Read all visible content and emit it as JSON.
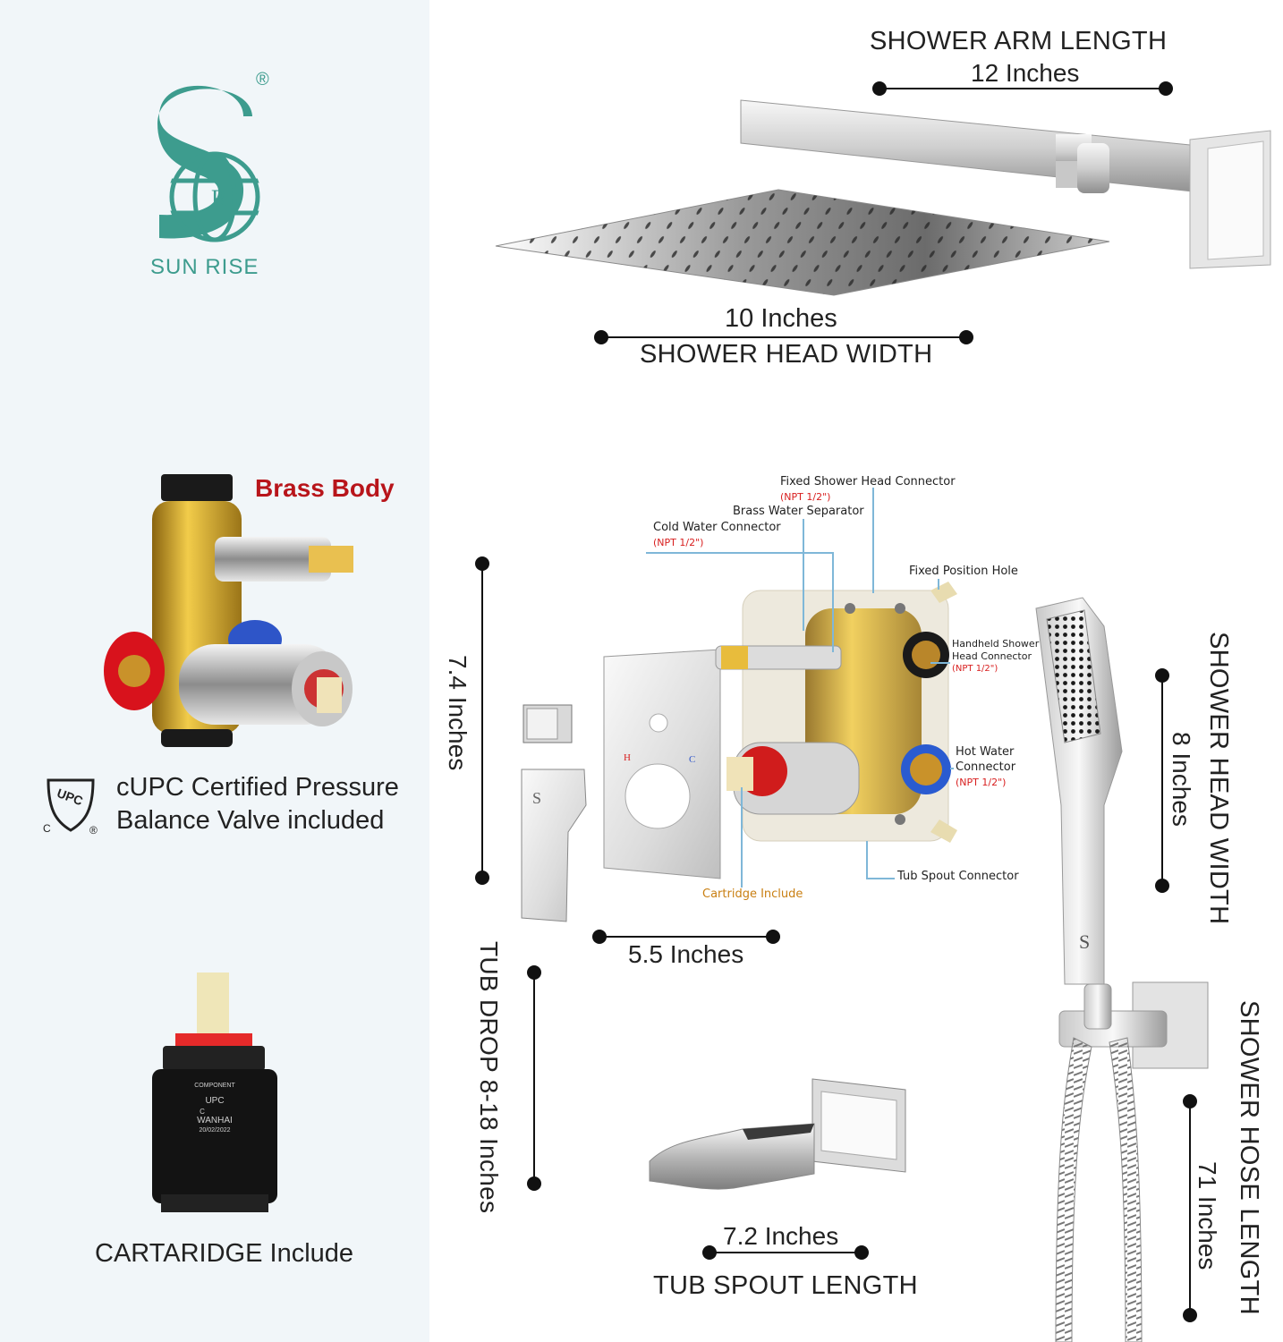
{
  "brand": {
    "name": "SUN RISE",
    "registered": "®",
    "logo_letter": "S",
    "inner_letter": "R",
    "color": "#3d9c8e"
  },
  "valve_section": {
    "brass_body": "Brass Body",
    "cupc_line1": "cUPC Certified Pressure",
    "cupc_line2": "Balance Valve included",
    "upc_mark": "UPC",
    "upc_c": "C",
    "upc_r": "®"
  },
  "cartridge_section": {
    "label": "CARTARIDGE Include",
    "stamp": [
      "COMPONENT",
      "UPC",
      "C",
      "WANHAI",
      "20/02/2022"
    ]
  },
  "shower_arm": {
    "title": "SHOWER ARM LENGTH",
    "value": "12 Inches"
  },
  "shower_head": {
    "value": "10 Inches",
    "title": "SHOWER HEAD WIDTH"
  },
  "valve_diagram": {
    "height": "7.4 Inches",
    "width": "5.5 Inches",
    "trim_h": "H",
    "trim_c": "C",
    "labels": {
      "fixed_head": "Fixed Shower Head Connector",
      "fixed_head_npt": "(NPT 1/2\")",
      "brass_sep": "Brass Water Separator",
      "cold": "Cold Water Connector",
      "cold_npt": "(NPT 1/2\")",
      "fixed_pos": "Fixed Position Hole",
      "handheld1": "Handheld Shower",
      "handheld2": "Head Connector",
      "handheld_npt": "(NPT 1/2\")",
      "hot1": "Hot Water",
      "hot2": "Connector",
      "hot_npt": "(NPT 1/2\")",
      "tub": "Tub Spout Connector",
      "cartridge": "Cartridge Include"
    }
  },
  "handheld": {
    "title": "SHOWER HEAD WIDTH",
    "value": "8 Inches"
  },
  "hose": {
    "title": "SHOWER HOSE LENGTH",
    "value": "71 Inches"
  },
  "tub_drop": {
    "title": "TUB DROP 8-18 Inches"
  },
  "tub_spout": {
    "value": "7.2 Inches",
    "title": "TUB SPOUT LENGTH"
  },
  "colors": {
    "panel": "#f1f6f9",
    "accent": "#3d9c8e",
    "red": "#d81e1e",
    "leader": "#7fb7d8"
  }
}
